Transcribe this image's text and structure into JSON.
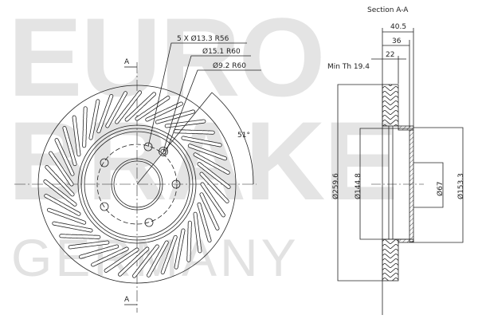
{
  "watermark": {
    "line1": "EURO",
    "line2": "BRAKE",
    "line3": "GERMANY",
    "color": "#e4e4e4"
  },
  "front_view": {
    "section_marker_top": "A",
    "section_marker_bottom": "A",
    "callouts": [
      {
        "label": "5 X Ø13.3 R56"
      },
      {
        "label": "Ø15.1 R60"
      },
      {
        "label": "Ø9.2 R60"
      }
    ],
    "angle_label": "51°"
  },
  "section_view": {
    "title": "Section A-A",
    "min_thickness": "Min Th 19.4",
    "widths": {
      "overall": "40.5",
      "hat": "36",
      "disc": "22"
    },
    "diameters": {
      "outer": "Ø259.6",
      "hat_inner": "Ø144.8",
      "center_bore": "Ø67",
      "hat_outer": "Ø153.3"
    }
  },
  "colors": {
    "line": "#222222",
    "watermark": "#e4e4e4",
    "background": "#ffffff"
  }
}
